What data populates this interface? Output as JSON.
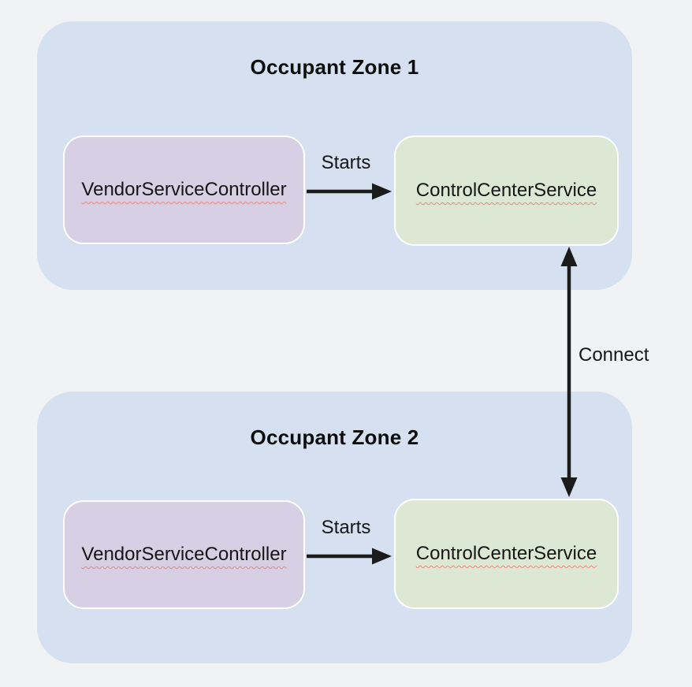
{
  "diagram": {
    "background_color": "#f1f2f4",
    "arrow_color": "#1b1b1b",
    "misspell_underline_color": "#e8897e",
    "zones": [
      {
        "title": "Occupant Zone 1",
        "fill": "#d5e0f0",
        "vendor_box": {
          "label": "VendorServiceController",
          "fill": "#d7cfe3"
        },
        "control_box": {
          "label": "ControlCenterService",
          "fill": "#dde8d4"
        },
        "edge": {
          "label": "Starts"
        }
      },
      {
        "title": "Occupant Zone 2",
        "fill": "#d5e0f0",
        "vendor_box": {
          "label": "VendorServiceController",
          "fill": "#d7cfe3"
        },
        "control_box": {
          "label": "ControlCenterService",
          "fill": "#dde8d4"
        },
        "edge": {
          "label": "Starts"
        }
      }
    ],
    "connector": {
      "label": "Connect"
    }
  }
}
